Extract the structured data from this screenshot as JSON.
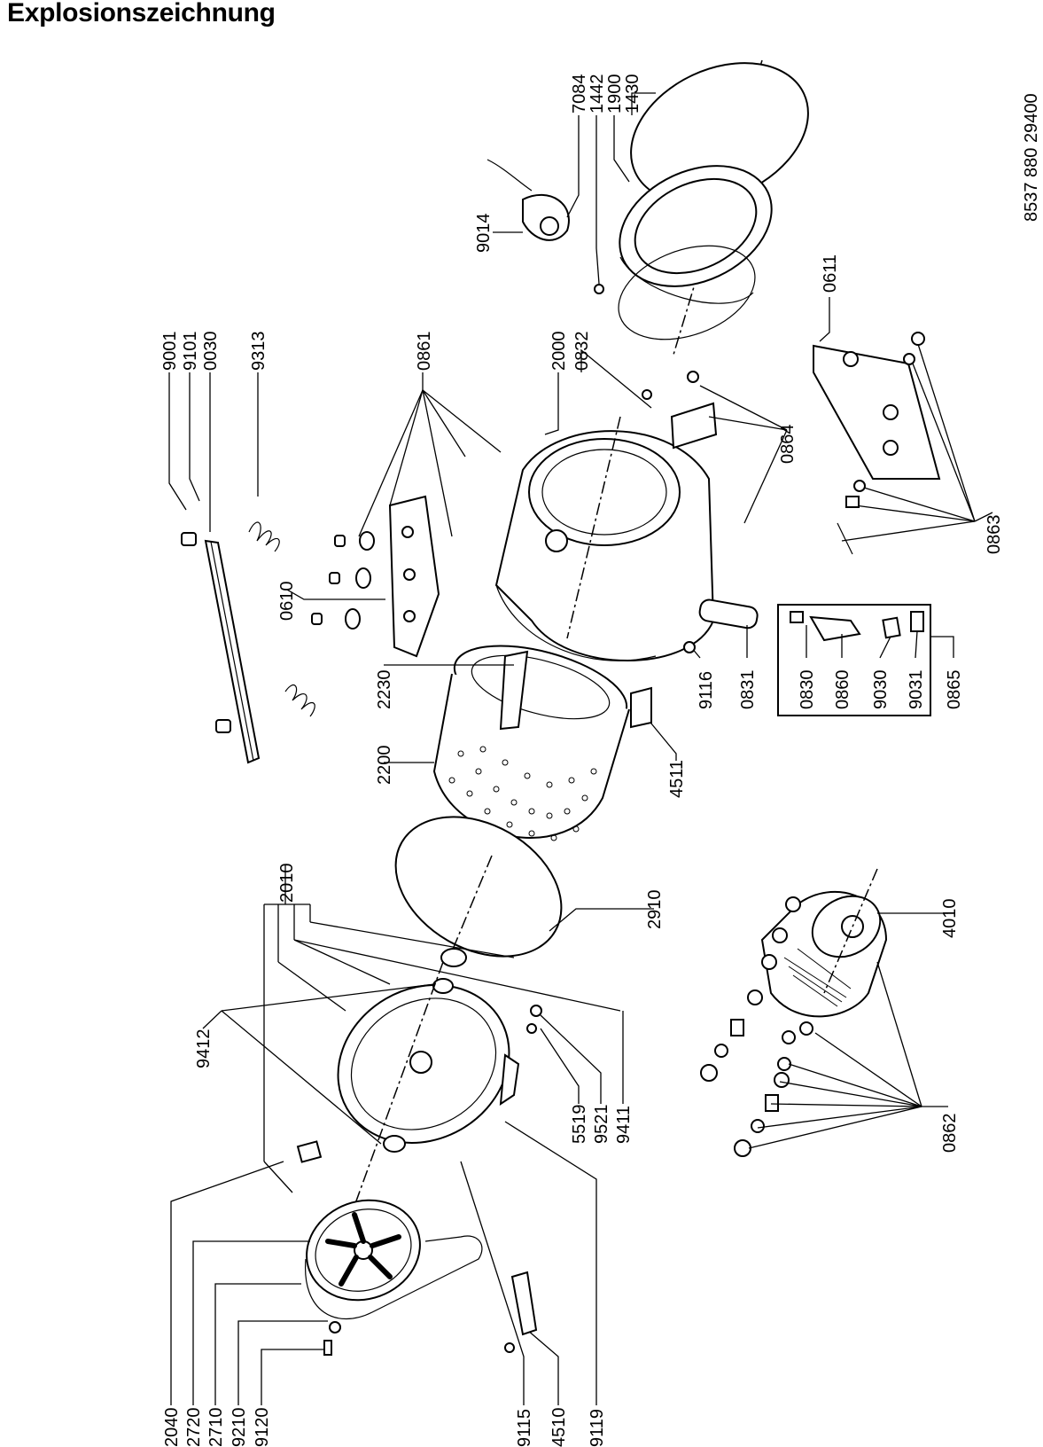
{
  "title": "Explosionszeichnung",
  "document_number": "8537 880 29400",
  "labels": {
    "p7084": "7084",
    "p1442": "1442",
    "p1900": "1900",
    "p1430": "1430",
    "p9014": "9014",
    "p9001": "9001",
    "p9101": "9101",
    "p0030": "0030",
    "p9313": "9313",
    "p0861": "0861",
    "p2000": "2000",
    "p0832": "0832",
    "p0611": "0611",
    "p0864": "0864",
    "p0863": "0863",
    "p0610": "0610",
    "p0830": "0830",
    "p0860": "0860",
    "p9030": "9030",
    "p9031": "9031",
    "p0865": "0865",
    "p9116": "9116",
    "p0831": "0831",
    "p2230": "2230",
    "p2200": "2200",
    "p4511": "4511",
    "p2010": "2010",
    "p2910": "2910",
    "p4010": "4010",
    "p9412": "9412",
    "p5519": "5519",
    "p9521": "9521",
    "p9411": "9411",
    "p0862": "0862",
    "p2040": "2040",
    "p2720": "2720",
    "p2710": "2710",
    "p9210": "9210",
    "p9120": "9120",
    "p9115": "9115",
    "p4510": "4510",
    "p9119": "9119"
  }
}
